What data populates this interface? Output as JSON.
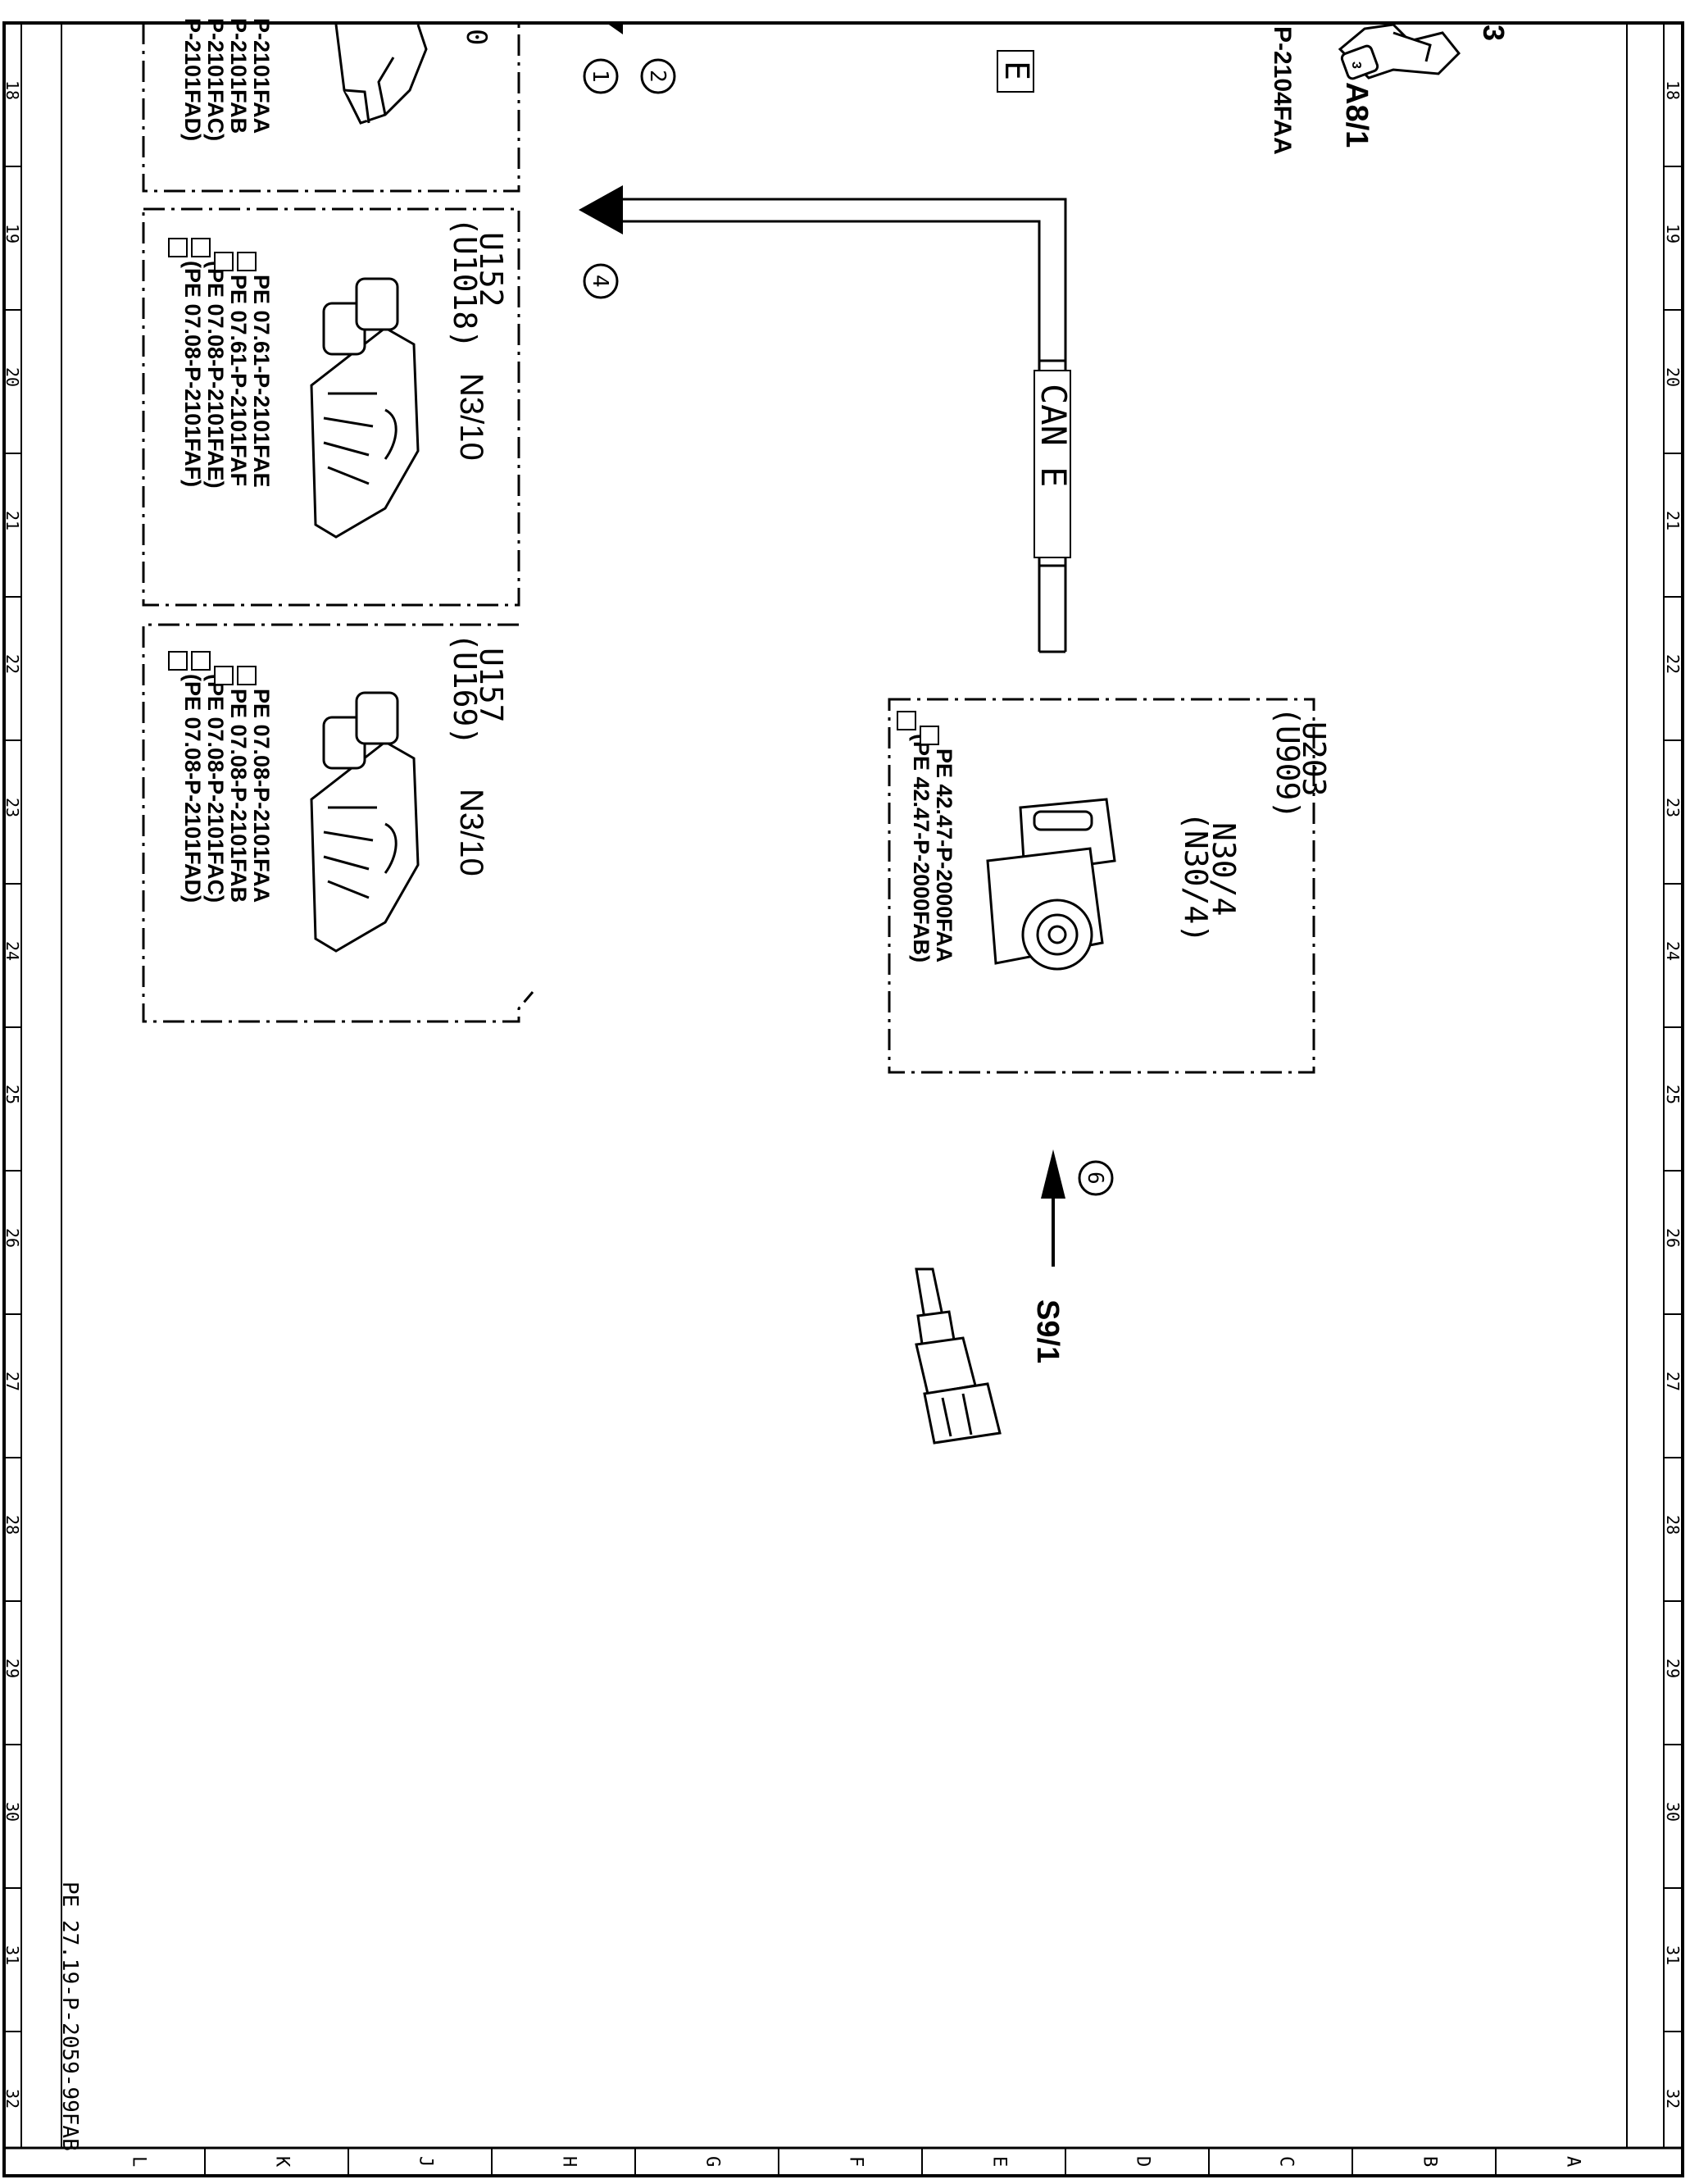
{
  "frame": {
    "row_numbers": [
      "18",
      "19",
      "20",
      "21",
      "22",
      "23",
      "24",
      "25",
      "26",
      "27",
      "28",
      "29",
      "30",
      "31",
      "32"
    ],
    "column_letters": [
      "L",
      "K",
      "J",
      "H",
      "G",
      "F",
      "E",
      "D",
      "C",
      "B",
      "A"
    ]
  },
  "document_ref": "PE 27.19-P-2059-99FAB",
  "connectors": {
    "c1": "1",
    "c2": "2",
    "c4": "4",
    "c6": "6"
  },
  "bus": {
    "label": "CAN E",
    "partial_label": "E"
  },
  "top_partial": {
    "digit": "0",
    "refs": [
      "P-2101FAA",
      "P-2101FAB",
      "P-2101FAC)",
      "P-2101FAD)"
    ]
  },
  "component_a8": {
    "ref": "P-2104FAA",
    "designation": "A8/1",
    "number": "3",
    "pin": "3"
  },
  "u152": {
    "code": "U152",
    "alt_code": "(U1018)",
    "designation": "N3/10",
    "refs": [
      "PE 07.61-P-2101FAE",
      "PE 07.61-P-2101FAF",
      "(PE 07.08-P-2101FAE)",
      "(PE 07.08-P-2101FAF)"
    ]
  },
  "u157": {
    "code": "U157",
    "alt_code": "(U169)",
    "designation": "N3/10",
    "refs": [
      "PE 07.08-P-2101FAA",
      "PE 07.08-P-2101FAB",
      "(PE 07.08-P-2101FAC)",
      "(PE 07.08-P-2101FAD)"
    ]
  },
  "u203": {
    "code": "U203",
    "alt_code": "(U909)",
    "designation": "N30/4",
    "alt_designation": "(N30/4)",
    "refs": [
      "PE 42.47-P-2000FAA",
      "(PE 42.47-P-2000FAB)"
    ]
  },
  "s9": {
    "designation": "S9/1"
  }
}
